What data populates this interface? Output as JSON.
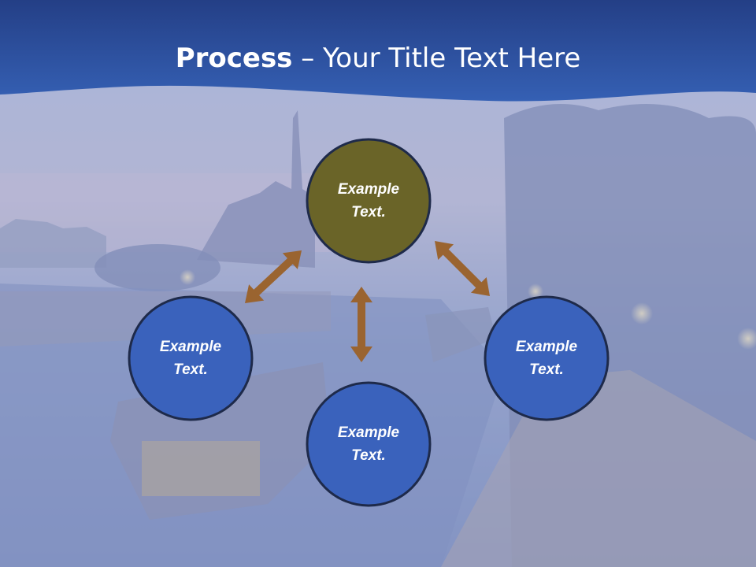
{
  "slide": {
    "title_bold": "Process",
    "title_rest": " – Your Title Text Here"
  },
  "diagram": {
    "center": {
      "line1": "Example",
      "line2": "Text.",
      "color": "#6a6428"
    },
    "left": {
      "line1": "Example",
      "line2": "Text.",
      "color": "#3a62bc"
    },
    "right": {
      "line1": "Example",
      "line2": "Text.",
      "color": "#3a62bc"
    },
    "bottom": {
      "line1": "Example",
      "line2": "Text.",
      "color": "#3a62bc"
    },
    "arrow_color": "#9a6430"
  },
  "colors": {
    "header": "#2f56a6",
    "outline": "#1e2a4a"
  }
}
